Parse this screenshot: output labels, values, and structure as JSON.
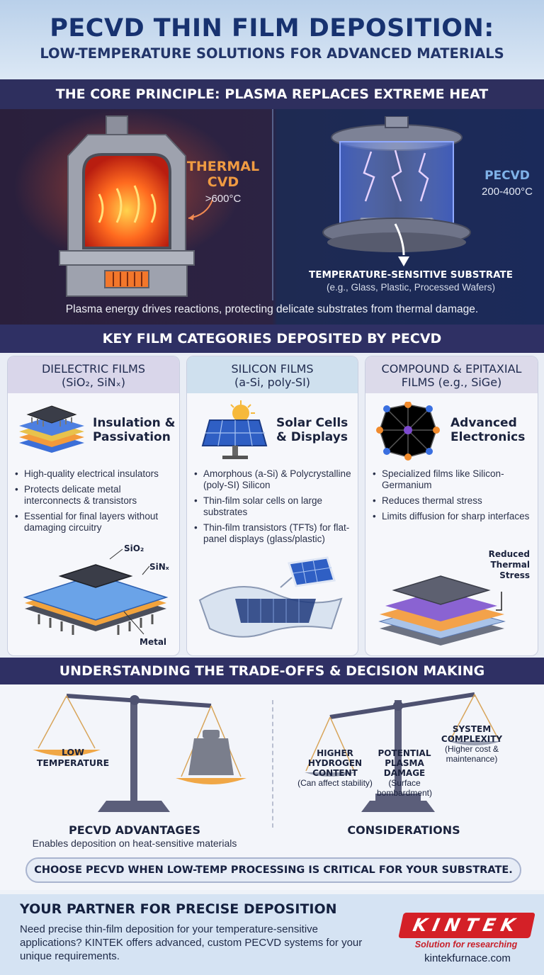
{
  "header": {
    "title": "PECVD THIN FILM DEPOSITION:",
    "subtitle": "LOW-TEMPERATURE SOLUTIONS FOR ADVANCED MATERIALS"
  },
  "principle": {
    "heading": "THE CORE PRINCIPLE: PLASMA REPLACES EXTREME HEAT",
    "thermal_title_1": "THERMAL",
    "thermal_title_2": "CVD",
    "thermal_temp": ">600°C",
    "pecvd_title": "PECVD",
    "pecvd_temp": "200-400°C",
    "substrate_title": "TEMPERATURE-SENSITIVE SUBSTRATE",
    "substrate_examples": "(e.g., Glass, Plastic, Processed Wafers)",
    "caption": "Plasma energy drives reactions, protecting delicate substrates from thermal damage."
  },
  "categories": {
    "heading": "KEY FILM CATEGORIES DEPOSITED BY PECVD",
    "cards": [
      {
        "head_1": "DIELECTRIC FILMS",
        "head_2": "(SiO₂, SiNₓ)",
        "title_1": "Insulation &",
        "title_2": "Passivation",
        "bullets": [
          "High-quality electrical insulators",
          "Protects delicate metal interconnects & transistors",
          "Essential for final layers without damaging circuitry"
        ],
        "diagram_labels": {
          "a": "SiO₂",
          "b": "SiNₓ",
          "c": "Metal"
        }
      },
      {
        "head_1": "SILICON FILMS",
        "head_2": "(a-Si, poly-SI)",
        "title_1": "Solar Cells",
        "title_2": "& Displays",
        "bullets": [
          "Amorphous (a-Si) & Polycrystalline (poly-SI) Silicon",
          "Thin-film solar cells on large substrates",
          "Thin-film transistors (TFTs) for flat-panel displays (glass/plastic)"
        ]
      },
      {
        "head_1": "COMPOUND & EPITAXIAL",
        "head_2": "FILMS (e.g., SiGe)",
        "title_1": "Advanced",
        "title_2": "Electronics",
        "bullets": [
          "Specialized films like Silicon-Germanium",
          "Reduces thermal stress",
          "Limits diffusion for sharp interfaces"
        ],
        "diagram_labels": {
          "a": "Reduced",
          "b": "Thermal",
          "c": "Stress"
        }
      }
    ]
  },
  "tradeoffs": {
    "heading": "UNDERSTANDING THE TRADE-OFFS & DECISION MAKING",
    "left_pan_1": "LOW",
    "left_pan_2": "TEMPERATURE",
    "advantages_title": "PECVD ADVANTAGES",
    "advantages_text": "Enables deposition on heat-sensitive materials",
    "c1_a": "HIGHER",
    "c1_b": "HYDROGEN",
    "c1_c": "CONTENT",
    "c1_d": "(Can affect stability)",
    "c2_a": "POTENTIAL",
    "c2_b": "PLASMA",
    "c2_c": "DAMAGE",
    "c2_d": "(Surface",
    "c2_e": "bombardment)",
    "c3_a": "SYSTEM",
    "c3_b": "COMPLEXITY",
    "c3_c": "(Higher cost &",
    "c3_d": "maintenance)",
    "considerations_title": "CONSIDERATIONS",
    "choose": "CHOOSE PECVD WHEN LOW-TEMP PROCESSING IS CRITICAL FOR YOUR SUBSTRATE."
  },
  "footer": {
    "heading": "YOUR PARTNER FOR PRECISE DEPOSITION",
    "text": "Need precise thin-film deposition for your temperature-sensitive applications? KINTEK offers advanced, custom PECVD systems for your unique requirements.",
    "logo": "KINTEK",
    "tagline": "Solution for researching",
    "website": "kintekfurnace.com"
  },
  "colors": {
    "navy_band": "#2e2f5e",
    "thermal_orange": "#f09b42",
    "pecvd_blue": "#7fb2e8",
    "brand_red": "#d42027"
  }
}
